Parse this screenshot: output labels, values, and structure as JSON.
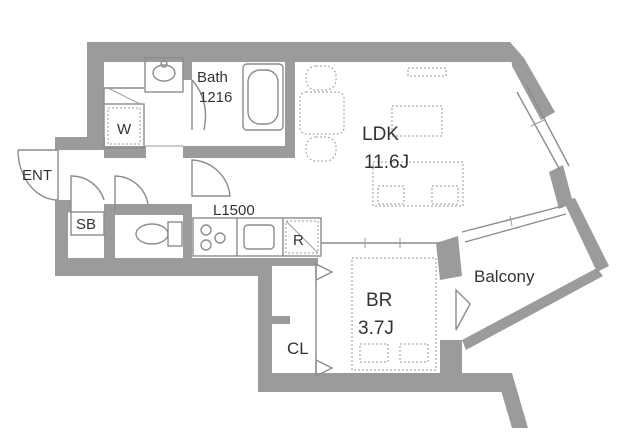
{
  "rooms": {
    "bath_name": "Bath",
    "bath_size": "1216",
    "ldk_name": "LDK",
    "ldk_size": "11.6J",
    "br_name": "BR",
    "br_size": "3.7J",
    "kitchen_size": "L1500",
    "washer": "W",
    "fridge": "R",
    "entrance": "ENT",
    "shoe_box": "SB",
    "closet": "CL",
    "balcony": "Balcony"
  },
  "colors": {
    "wall": "#9b9b9b",
    "line": "#8c8c8c",
    "text": "#333333"
  }
}
